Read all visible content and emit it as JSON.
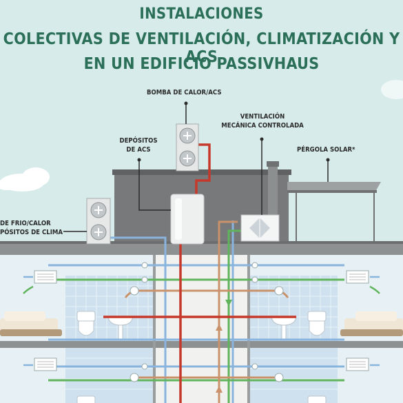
{
  "title": {
    "line1": "INSTALACIONES",
    "line2": "COLECTIVAS DE VENTILACIÓN, CLIMATIZACIÓN Y ACS",
    "line3": "EN UN EDIFICIO PASSIVHAUS"
  },
  "labels": {
    "bomba": "BOMBA DE CALOR/ACS",
    "depositos_l1": "DEPÓSITOS",
    "depositos_l2": "DE ACS",
    "ventilacion_l1": "VENTILACIÓN",
    "ventilacion_l2": "MECÁNICA CONTROLADA",
    "pergola": "PÉRGOLA SOLAR*",
    "frio_l1": "DE FRIO/CALOR",
    "frio_l2": "PÓSITOS DE CLIMA"
  },
  "colors": {
    "title": "#2c6f59",
    "sky": "#d7ecea",
    "roof": "#77797a",
    "pipe_red": "#c6392a",
    "pipe_blue": "#89b4de",
    "pipe_green": "#5fb45c",
    "pipe_brown": "#c9926b",
    "tile": "#cfe1ee"
  }
}
